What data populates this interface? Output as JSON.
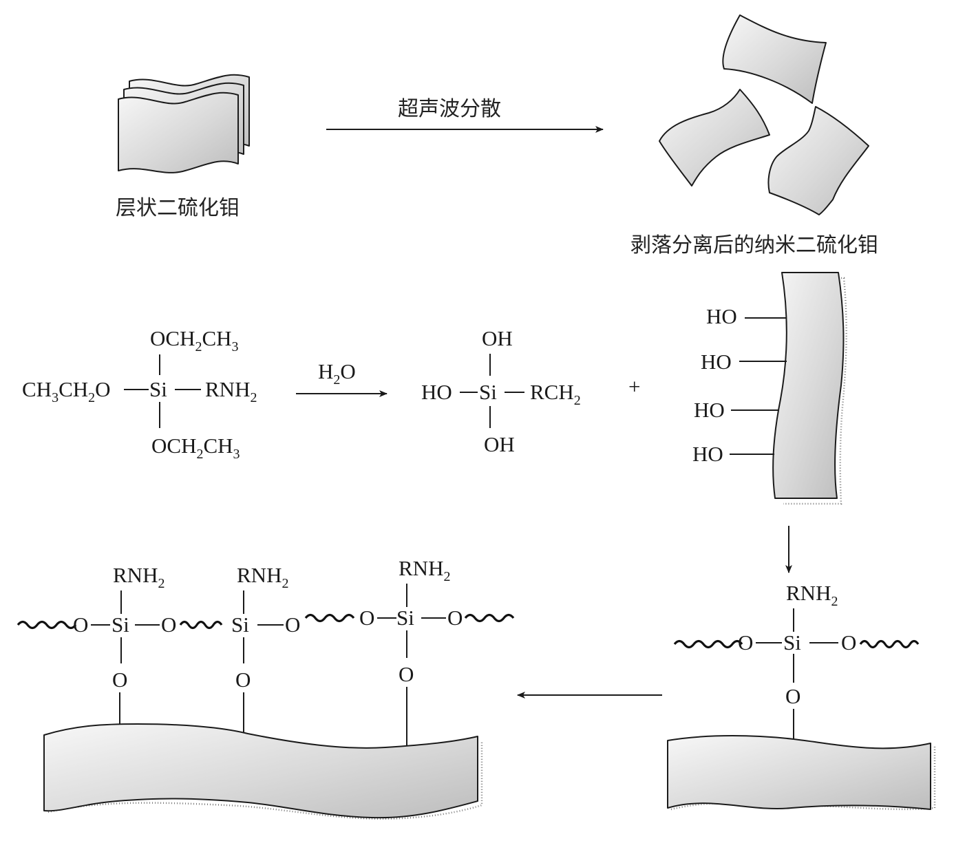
{
  "labels": {
    "layered_mos2": "层状二硫化钼",
    "ultrasonic": "超声波分散",
    "exfoliated_mos2": "剥落分离后的纳米二硫化钼",
    "plus": "+"
  },
  "silane": {
    "top": [
      "OCH",
      "2",
      "CH",
      "3"
    ],
    "left": [
      "CH",
      "3",
      "CH",
      "2",
      "O"
    ],
    "si": "Si",
    "right": [
      "RNH",
      "2"
    ],
    "bottom": [
      "OCH",
      "2",
      "CH",
      "3"
    ]
  },
  "water": [
    "H",
    "2",
    "O"
  ],
  "silanol": {
    "top": "OH",
    "left": "HO",
    "si": "Si",
    "right": [
      "RCH",
      "2"
    ],
    "bottom": "OH"
  },
  "hydroxyl_surface": {
    "groups": [
      "HO",
      "HO",
      "HO",
      "HO"
    ]
  },
  "grafted_single": {
    "amine": [
      "RNH",
      "2"
    ],
    "si": "Si",
    "o_left": "O",
    "o_right": "O",
    "o_bottom": "O"
  },
  "grafted_network": {
    "units": [
      {
        "amine": [
          "RNH",
          "2"
        ],
        "si": "Si",
        "o_left": "O",
        "o_right": "O",
        "o_bottom": "O"
      },
      {
        "amine": [
          "RNH",
          "2"
        ],
        "si": "Si",
        "o_right": "O",
        "o_bottom": "O"
      },
      {
        "amine": [
          "RNH",
          "2"
        ],
        "si": "Si",
        "o_left": "O",
        "o_right": "O",
        "o_bottom": "O"
      }
    ]
  }
}
